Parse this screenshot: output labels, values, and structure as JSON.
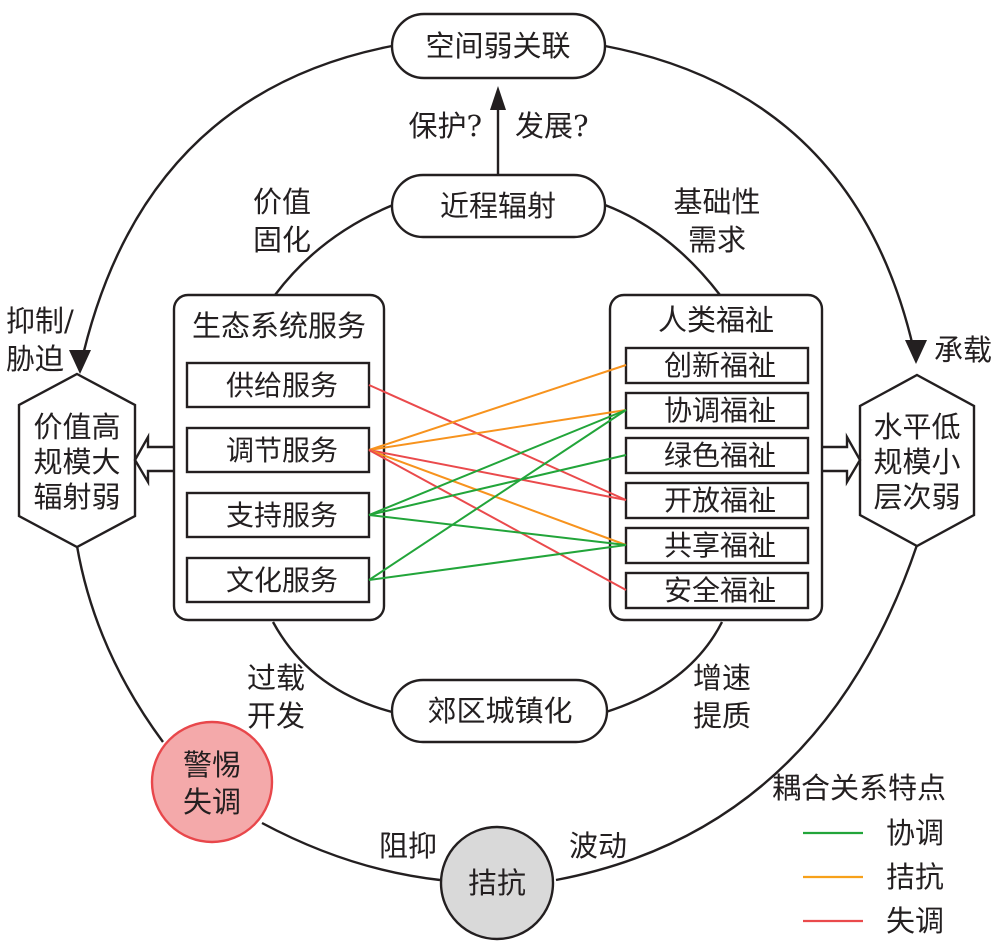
{
  "top_node": "空间弱关联",
  "arrow_up_labels": {
    "left": "保护?",
    "right": "发展?"
  },
  "inner_top_node": "近程辐射",
  "inner_bottom_node": "郊区城镇化",
  "inner_labels": {
    "top_left": [
      "价值",
      "固化"
    ],
    "top_right": [
      "基础性",
      "需求"
    ],
    "bottom_left": [
      "过载",
      "开发"
    ],
    "bottom_right": [
      "增速",
      "提质"
    ]
  },
  "outer_labels": {
    "left_arrow": [
      "抑制/",
      "胁迫"
    ],
    "right_arrow": [
      "承载"
    ],
    "bottom_left": "阻抑",
    "bottom_right": "波动"
  },
  "left_hexagon": [
    "价值高",
    "规模大",
    "辐射弱"
  ],
  "right_hexagon": [
    "水平低",
    "规模小",
    "层次弱"
  ],
  "ecosystem_services": {
    "title": "生态系统服务",
    "items": [
      "供给服务",
      "调节服务",
      "支持服务",
      "文化服务"
    ]
  },
  "human_wellbeing": {
    "title": "人类福祉",
    "items": [
      "创新福祉",
      "协调福祉",
      "绿色福祉",
      "开放福祉",
      "共享福祉",
      "安全福祉"
    ]
  },
  "alert_node": {
    "text": [
      "警惕",
      "失调"
    ],
    "fill": "#f4a9aa",
    "stroke": "#e8474b"
  },
  "resist_node": {
    "text": "拮抗",
    "fill": "#d9d9d9"
  },
  "coupling_links": [
    {
      "from": 0,
      "to": 3,
      "type": "discord"
    },
    {
      "from": 1,
      "to": 0,
      "type": "antagonism"
    },
    {
      "from": 1,
      "to": 1,
      "type": "antagonism"
    },
    {
      "from": 1,
      "to": 3,
      "type": "discord"
    },
    {
      "from": 1,
      "to": 4,
      "type": "antagonism"
    },
    {
      "from": 1,
      "to": 5,
      "type": "discord"
    },
    {
      "from": 2,
      "to": 1,
      "type": "coordination"
    },
    {
      "from": 2,
      "to": 2,
      "type": "coordination"
    },
    {
      "from": 2,
      "to": 4,
      "type": "coordination"
    },
    {
      "from": 3,
      "to": 1,
      "type": "coordination"
    },
    {
      "from": 3,
      "to": 4,
      "type": "coordination"
    }
  ],
  "legend": {
    "title": "耦合关系特点",
    "items": [
      {
        "key": "coordination",
        "label": "协调",
        "color": "#22a53a"
      },
      {
        "key": "antagonism",
        "label": "拮抗",
        "color": "#f7a11a"
      },
      {
        "key": "discord",
        "label": "失调",
        "color": "#ea4a4c"
      }
    ]
  },
  "line_colors": {
    "coordination": "#22a53a",
    "antagonism": "#f7931e",
    "discord": "#ea4a4c"
  }
}
